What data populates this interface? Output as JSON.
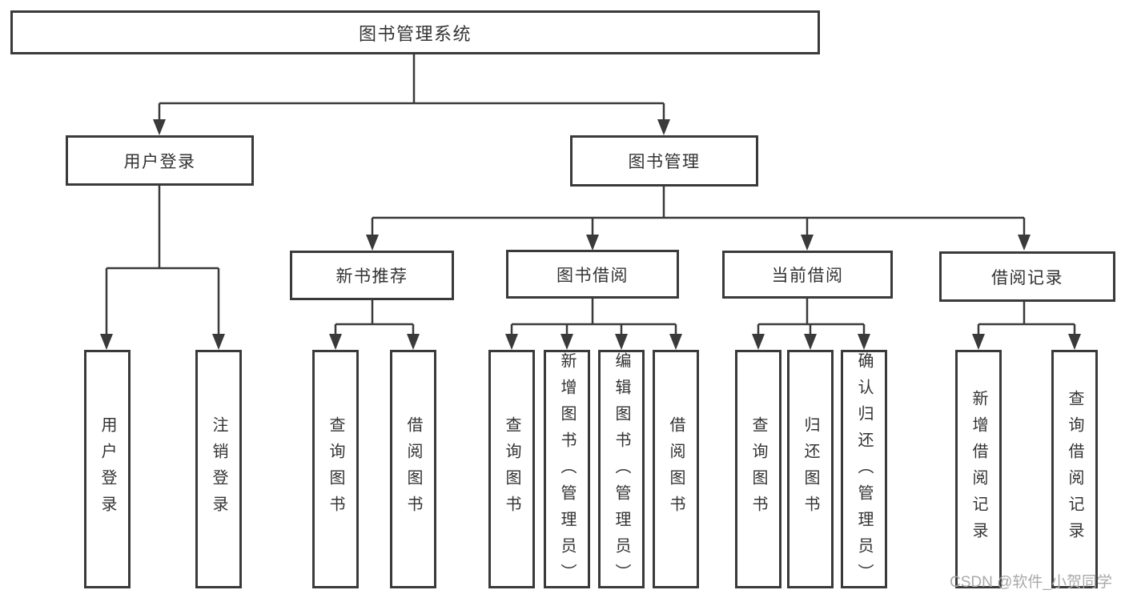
{
  "diagram": {
    "root": {
      "label": "图书管理系统",
      "children": [
        {
          "label": "用户登录",
          "children": [
            {
              "label": "用户登录"
            },
            {
              "label": "注销登录"
            }
          ]
        },
        {
          "label": "图书管理",
          "children": [
            {
              "label": "新书推荐",
              "children": [
                {
                  "label": "查询图书"
                },
                {
                  "label": "借阅图书"
                }
              ]
            },
            {
              "label": "图书借阅",
              "children": [
                {
                  "label": "查询图书"
                },
                {
                  "label": "新增图书（管理员）"
                },
                {
                  "label": "编辑图书（管理员）"
                },
                {
                  "label": "借阅图书"
                }
              ]
            },
            {
              "label": "当前借阅",
              "children": [
                {
                  "label": "查询图书"
                },
                {
                  "label": "归还图书"
                },
                {
                  "label": "确认归还（管理员）"
                }
              ]
            },
            {
              "label": "借阅记录",
              "children": [
                {
                  "label": "新增借阅记录"
                },
                {
                  "label": "查询借阅记录"
                }
              ]
            }
          ]
        }
      ]
    }
  },
  "watermark": {
    "text": "CSDN @软件_小贺同学"
  },
  "colors": {
    "line": "#3a3a3a",
    "border": "#3a3a3a",
    "text": "#333333",
    "watermark_text": "#a9a9a9",
    "background": "#ffffff"
  }
}
